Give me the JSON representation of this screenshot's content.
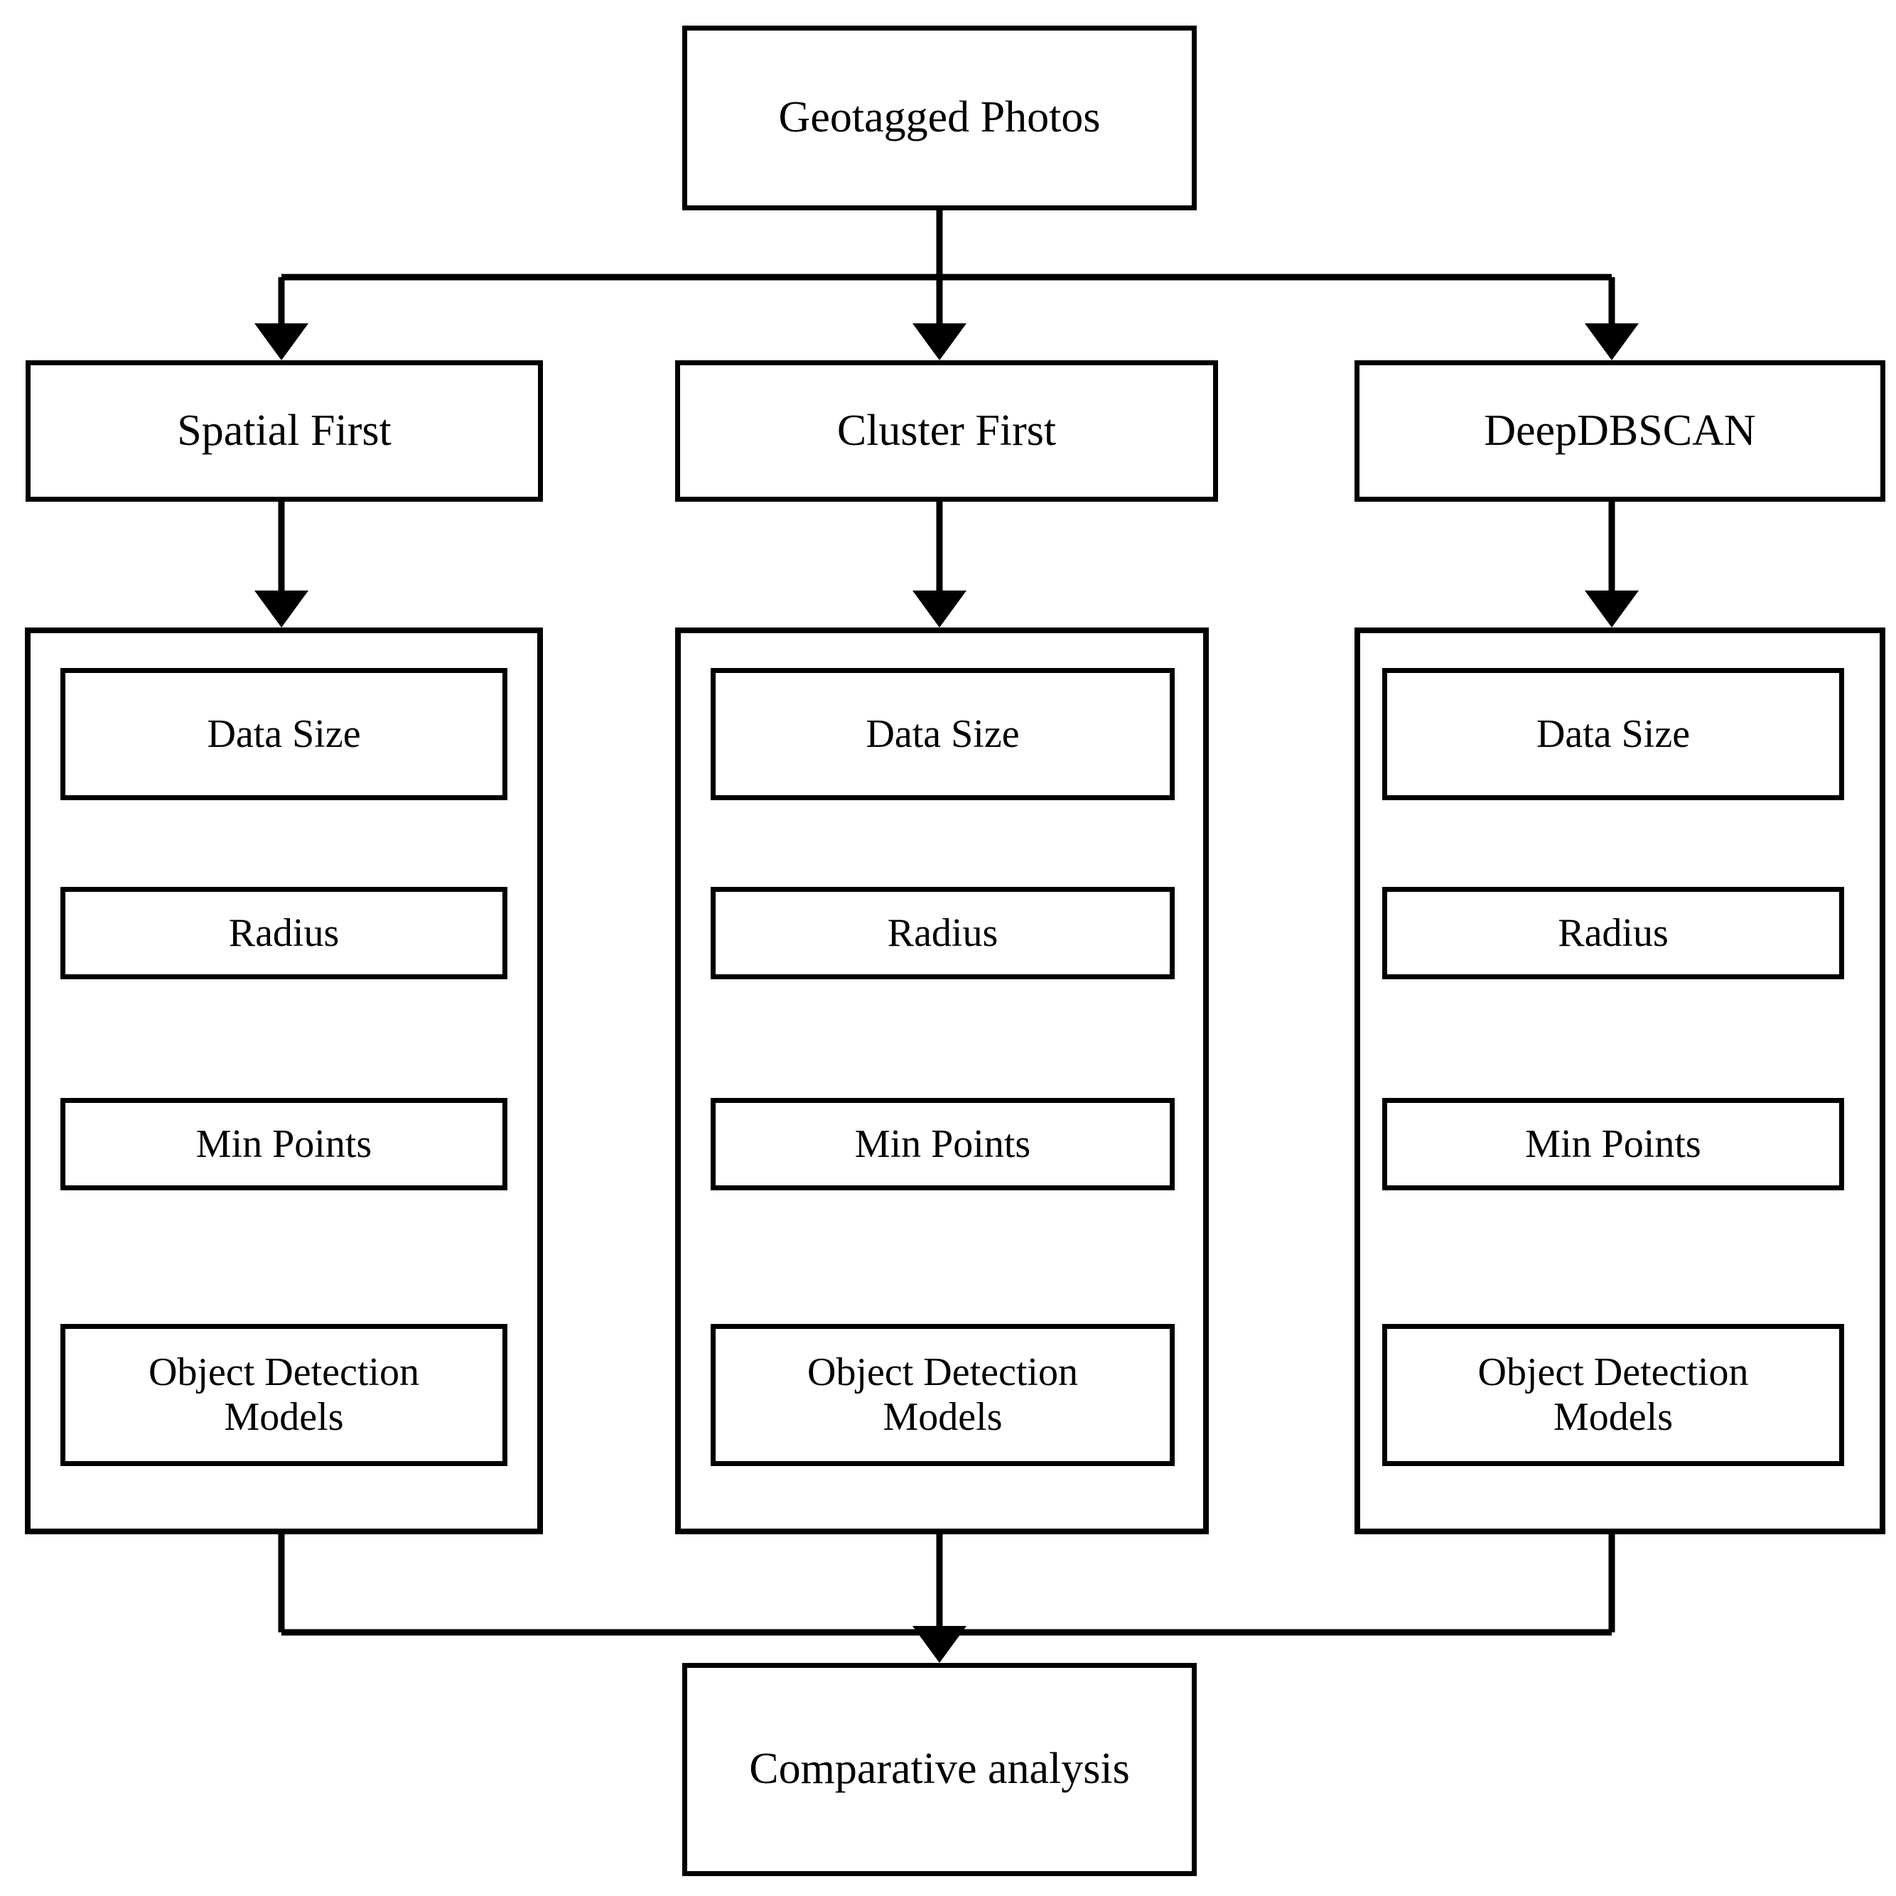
{
  "diagram": {
    "title_node": {
      "label": "Geotagged Photos"
    },
    "methods": [
      {
        "label": "Spatial First"
      },
      {
        "label": "Cluster First"
      },
      {
        "label": "DeepDBSCAN"
      }
    ],
    "parameters": [
      {
        "label": "Data Size"
      },
      {
        "label": "Radius"
      },
      {
        "label": "Min Points"
      },
      {
        "label": "Object Detection\nModels"
      }
    ],
    "columns": [
      {
        "method": "Spatial First",
        "items": [
          "Data Size",
          "Radius",
          "Min Points",
          "Object Detection\nModels"
        ]
      },
      {
        "method": "Cluster First",
        "items": [
          "Data Size",
          "Radius",
          "Min Points",
          "Object Detection\nModels"
        ]
      },
      {
        "method": "DeepDBSCAN",
        "items": [
          "Data Size",
          "Radius",
          "Min Points",
          "Object Detection\nModels"
        ]
      }
    ],
    "result_node": {
      "label": "Comparative analysis"
    },
    "colors": {
      "stroke": "#000000",
      "fill": "#ffffff",
      "text": "#000000"
    }
  }
}
